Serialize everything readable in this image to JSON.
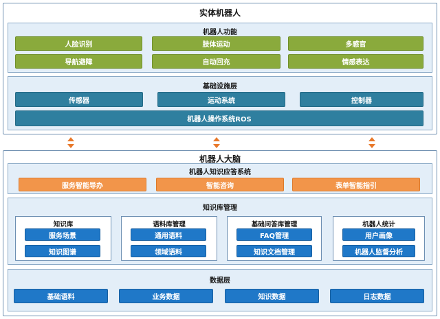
{
  "entity_robot": {
    "title": "实体机器人",
    "functions": {
      "title": "机器人功能",
      "items": [
        "人脸识别",
        "肢体运动",
        "多感官",
        "导航避障",
        "自动回充",
        "情感表达"
      ]
    },
    "infrastructure": {
      "title": "基础设施层",
      "items": [
        "传感器",
        "运动系统",
        "控制器"
      ],
      "os": "机器人操作系统ROS"
    }
  },
  "robot_brain": {
    "title": "机器人大脑",
    "qa_system": {
      "title": "机器人知识应答系统",
      "items": [
        "服务智能导办",
        "智能咨询",
        "表单智能指引"
      ]
    },
    "kb_management": {
      "title": "知识库管理",
      "groups": [
        {
          "title": "知识库",
          "items": [
            "服务场景",
            "知识图谱"
          ]
        },
        {
          "title": "语料库管理",
          "items": [
            "通用语料",
            "领域语料"
          ]
        },
        {
          "title": "基础问答库管理",
          "items": [
            "FAQ管理",
            "知识文档管理"
          ]
        },
        {
          "title": "机器人统计",
          "items": [
            "用户画像",
            "机器人监督分析"
          ]
        }
      ]
    },
    "data_layer": {
      "title": "数据层",
      "items": [
        "基础语料",
        "业务数据",
        "知识数据",
        "日志数据"
      ]
    }
  },
  "colors": {
    "green": "#8aaa3c",
    "teal": "#2f7f9f",
    "orange": "#f2954a",
    "blue": "#1f78c8",
    "arrow": "#e8782a"
  }
}
